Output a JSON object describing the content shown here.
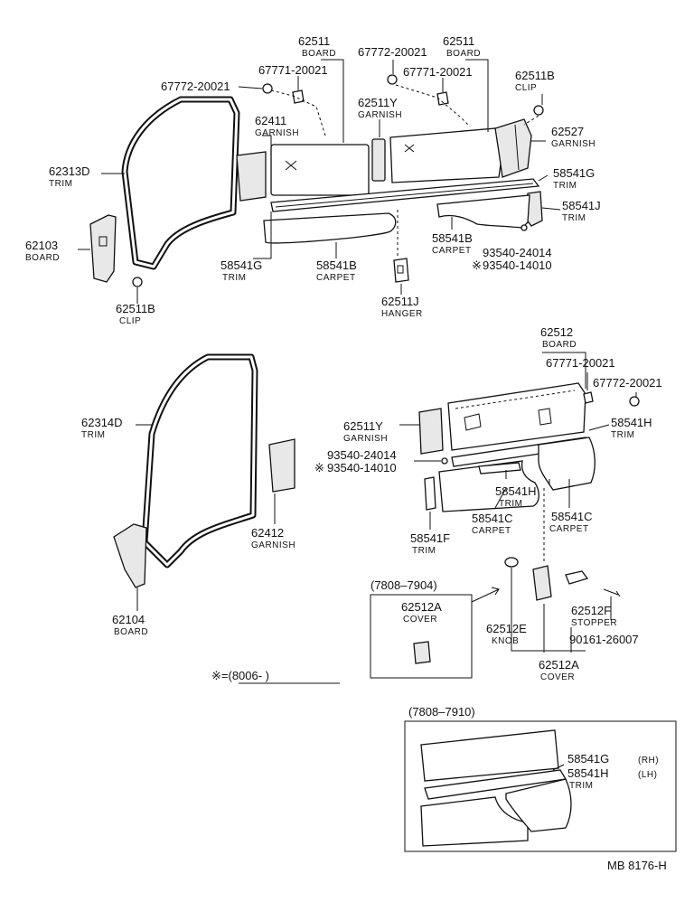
{
  "labels": {
    "l01": {
      "pn": "62511",
      "nm": "BOARD"
    },
    "l02": {
      "pn": "67772-20021"
    },
    "l03": {
      "pn": "62511",
      "nm": "BOARD"
    },
    "l04": {
      "pn": "67771-20021"
    },
    "l05": {
      "pn": "67772-20021"
    },
    "l06": {
      "pn": "67771-20021"
    },
    "l07": {
      "pn": "62511B",
      "nm": "CLIP"
    },
    "l08": {
      "pn": "62511Y",
      "nm": "GARNISH"
    },
    "l09": {
      "pn": "62411",
      "nm": "GARNISH"
    },
    "l10": {
      "pn": "62527",
      "nm": "GARNISH"
    },
    "l11": {
      "pn": "62313D",
      "nm": "TRIM"
    },
    "l12": {
      "pn": "58541G",
      "nm": "TRIM"
    },
    "l13": {
      "pn": "58541J",
      "nm": "TRIM"
    },
    "l14": {
      "pn": "62103",
      "nm": "BOARD"
    },
    "l15": {
      "pn": "58541B",
      "nm": "CARPET"
    },
    "l16": {
      "pn": "93540-24014"
    },
    "l17": {
      "pn": "93540-14010"
    },
    "l18": {
      "pn": "58541G",
      "nm": "TRIM"
    },
    "l19": {
      "pn": "58541B",
      "nm": "CARPET"
    },
    "l20": {
      "pn": "62511B",
      "nm": "CLIP"
    },
    "l21": {
      "pn": "62511J",
      "nm": "HANGER"
    },
    "l22": {
      "pn": "62512",
      "nm": "BOARD"
    },
    "l23": {
      "pn": "67771-20021"
    },
    "l24": {
      "pn": "67772-20021"
    },
    "l25": {
      "pn": "62314D",
      "nm": "TRIM"
    },
    "l26": {
      "pn": "62511Y",
      "nm": "GARNISH"
    },
    "l27": {
      "pn": "58541H",
      "nm": "TRIM"
    },
    "l28": {
      "pn": "93540-24014"
    },
    "l29": {
      "pn": "93540-14010"
    },
    "l30": {
      "pn": "58541H",
      "nm": "TRIM"
    },
    "l31": {
      "pn": "62412",
      "nm": "GARNISH"
    },
    "l32": {
      "pn": "58541C",
      "nm": "CARPET"
    },
    "l33": {
      "pn": "58541C",
      "nm": "CARPET"
    },
    "l34": {
      "pn": "58541F",
      "nm": "TRIM"
    },
    "l35": {
      "pn": "62512A",
      "nm": "COVER"
    },
    "l36": {
      "pn": "62512F",
      "nm": "STOPPER"
    },
    "l37": {
      "pn": "62512E",
      "nm": "KNOB"
    },
    "l38": {
      "pn": "90161-26007"
    },
    "l39": {
      "pn": "62104",
      "nm": "BOARD"
    },
    "l40": {
      "pn": "62512A",
      "nm": "COVER"
    },
    "l41": {
      "pn": "58541G",
      "nm": "(RH)"
    },
    "l42": {
      "pn": "58541H",
      "nm": "(LH)"
    },
    "l43": {
      "nm": "TRIM"
    }
  },
  "notes": {
    "star_symbol": "※",
    "asterisk_footnote": "※=(8006-          )",
    "inset1_period": "(7808–7904)",
    "inset2_period": "(7808–7910)",
    "catalog_ref": "MB 8176-H"
  }
}
